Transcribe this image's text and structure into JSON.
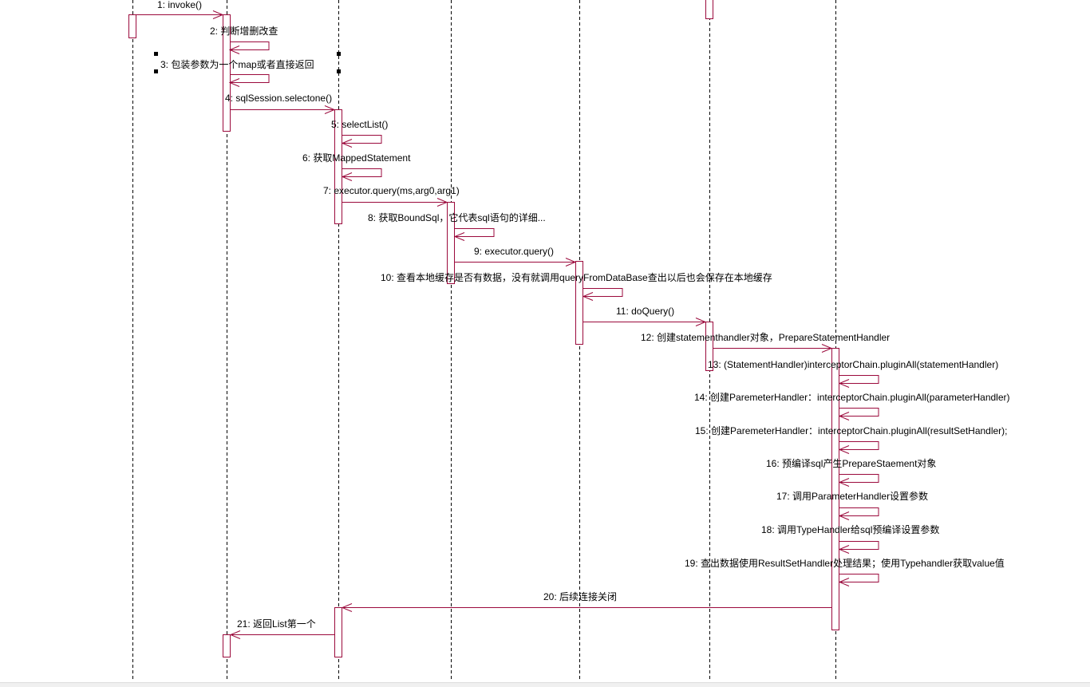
{
  "diagram": {
    "type": "uml-sequence",
    "line_color": "#9b0a3c",
    "messages": [
      {
        "label": "1: invoke()"
      },
      {
        "label": "2: 判断增删改查"
      },
      {
        "label": "3: 包装参数为一个map或者直接返回"
      },
      {
        "label": "4: sqlSession.selectone()"
      },
      {
        "label": "5: selectList()"
      },
      {
        "label": "6: 获取MappedStatement"
      },
      {
        "label": "7: executor.query(ms,arg0,arg1)"
      },
      {
        "label": "8: 获取BoundSql，它代表sql语句的详细..."
      },
      {
        "label": "9: executor.query()"
      },
      {
        "label": "10: 查看本地缓存是否有数据，没有就调用queryFromDataBase查出以后也会保存在本地缓存"
      },
      {
        "label": "11: doQuery()"
      },
      {
        "label": "12: 创建statementhandler对象，PrepareStatementHandler"
      },
      {
        "label": "13: (StatementHandler)interceptorChain.pluginAll(statementHandler)"
      },
      {
        "label": "14: 创建ParemeterHandler：interceptorChain.pluginAll(parameterHandler)"
      },
      {
        "label": "15: 创建ParemeterHandler：interceptorChain.pluginAll(resultSetHandler);"
      },
      {
        "label": "16: 预编译sql产生PrepareStaement对象"
      },
      {
        "label": "17: 调用ParameterHandler设置参数"
      },
      {
        "label": "18: 调用TypeHandler给sql预编译设置参数"
      },
      {
        "label": "19: 查出数据使用ResultSetHandler处理结果；使用Typehandler获取value值"
      },
      {
        "label": "20: 后续连接关闭"
      },
      {
        "label": "21: 返回List第一个"
      }
    ]
  }
}
